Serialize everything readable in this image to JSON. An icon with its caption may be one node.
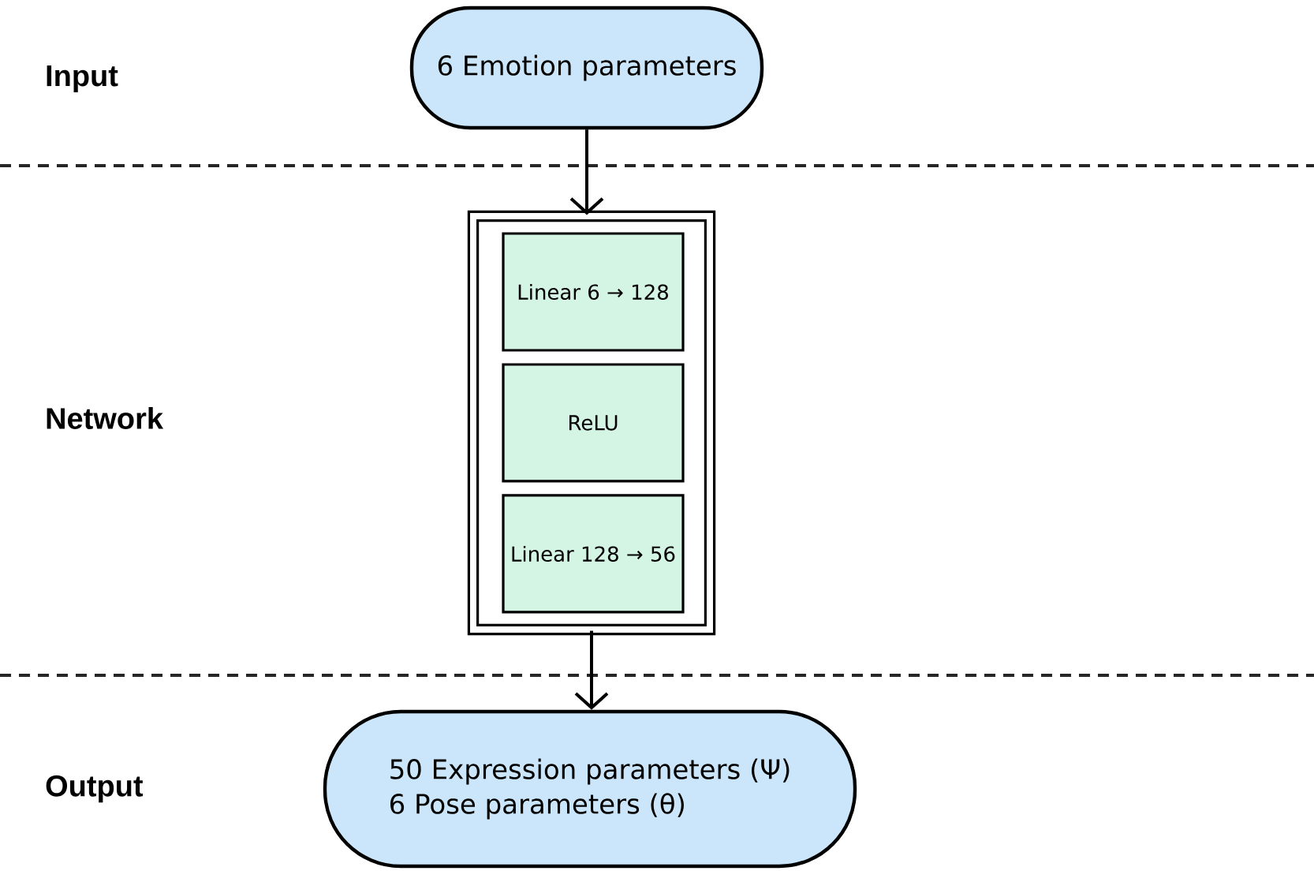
{
  "diagram": {
    "nodes": [
      {
        "text": [
          "6  Emotion parameters"
        ]
      },
      {
        "text": [],
        "shape": "box"
      },
      {
        "text": [
          "Linear 6 → 128"
        ],
        "in": 1
      },
      {
        "text": [
          "ReLU"
        ],
        "in": 1
      },
      {
        "text": [
          "Linear 128 → 56"
        ],
        "in": 1
      },
      {
        "text": [
          "50  Expression parameters (Ψ)",
          "6  Pose parameters (θ)"
        ]
      }
    ],
    "edges": [
      {
        "from": 0,
        "to": 1,
        "arrow": "to"
      },
      {
        "from": 1,
        "to": 5,
        "arrow": "to"
      }
    ],
    "labels": [
      "Input",
      "Network",
      "Output"
    ]
  }
}
